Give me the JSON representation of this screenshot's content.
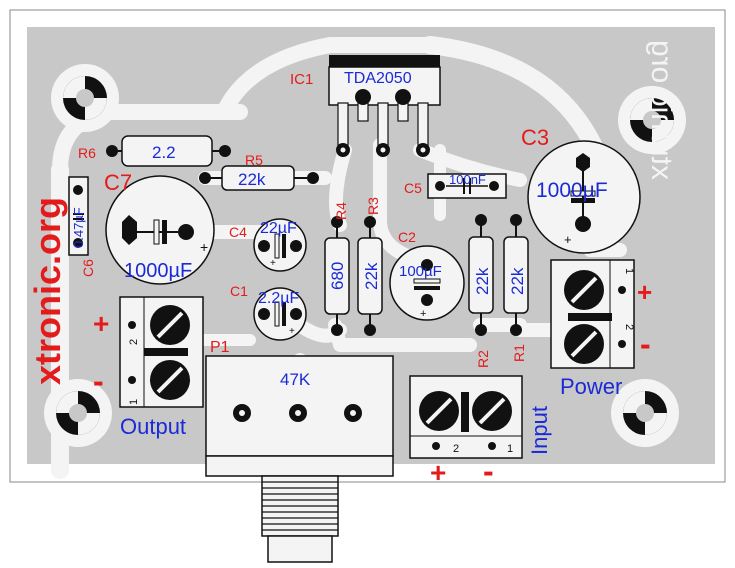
{
  "board": {
    "brand": "xtronic.org",
    "brand_mirrored": "xtronic.org",
    "colors": {
      "board": "#c8c8c8",
      "copper": "#f4f4f4",
      "red": "#e31b1b",
      "blue": "#1a2bd6",
      "outline": "#111111"
    }
  },
  "components": {
    "ic1": {
      "ref": "IC1",
      "value": "TDA2050"
    },
    "r1": {
      "ref": "R1",
      "value": "22k"
    },
    "r2": {
      "ref": "R2",
      "value": "22k"
    },
    "r3": {
      "ref": "R3",
      "value": "22k"
    },
    "r4": {
      "ref": "R4",
      "value": "680"
    },
    "r5": {
      "ref": "R5",
      "value": "22k"
    },
    "r6": {
      "ref": "R6",
      "value": "2.2"
    },
    "c1": {
      "ref": "C1",
      "value": "2.2µF"
    },
    "c2": {
      "ref": "C2",
      "value": "100µF"
    },
    "c3": {
      "ref": "C3",
      "value": "1000µF"
    },
    "c4": {
      "ref": "C4",
      "value": "22µF"
    },
    "c5": {
      "ref": "C5",
      "value": "100nF"
    },
    "c6": {
      "ref": "C6",
      "value": "0.47µF"
    },
    "c7": {
      "ref": "C7",
      "value": "1000µF"
    },
    "p1": {
      "ref": "P1",
      "value": "47K"
    }
  },
  "connectors": {
    "output": {
      "label": "Output",
      "pin1": "1",
      "pin2": "2",
      "plus": "+",
      "minus": "-"
    },
    "power": {
      "label": "Power",
      "pin1": "1",
      "pin2": "2",
      "plus": "+",
      "minus": "-"
    },
    "input": {
      "label": "Input",
      "pin1": "1",
      "pin2": "2",
      "plus": "+",
      "minus": "-"
    }
  }
}
